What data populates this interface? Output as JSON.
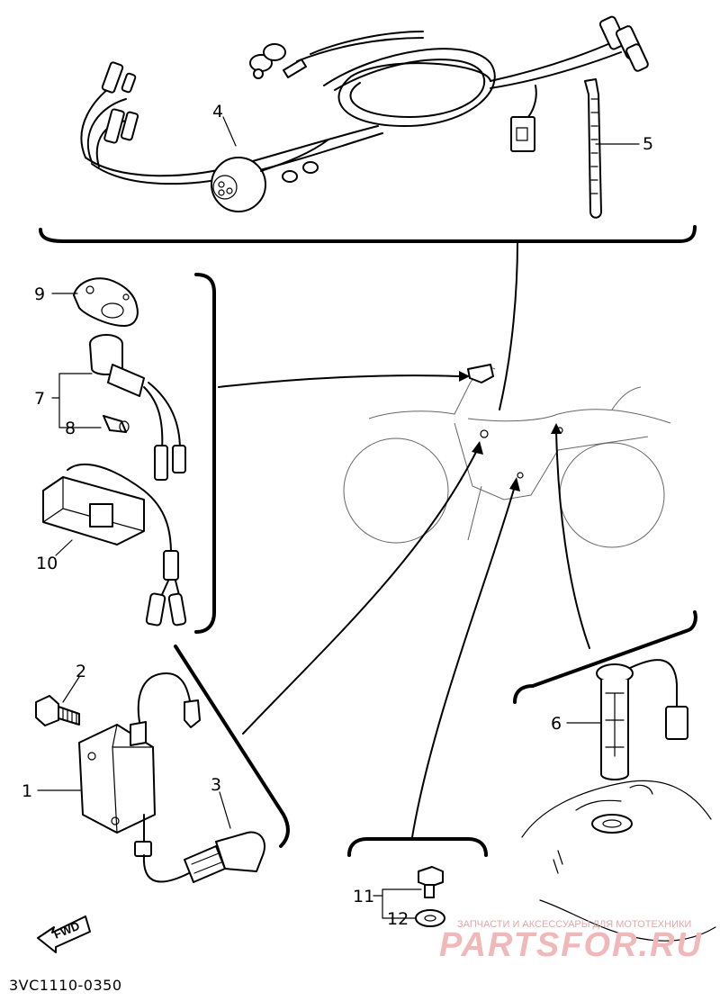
{
  "labels": {
    "p1": "1",
    "p2": "2",
    "p3": "3",
    "p4": "4",
    "p5": "5",
    "p6": "6",
    "p7": "7",
    "p8": "8",
    "p9": "9",
    "p10": "10",
    "p11": "11",
    "p12": "12"
  },
  "fwd_arrow": "FWD",
  "drawing_code": "3VC1110-0350",
  "watermark": {
    "caption": "ЗАПЧАСТИ И АКСЕССУАРЫ ДЛЯ МОТОТЕХНИКИ",
    "brand": "PARTSFOR.RU"
  },
  "colors": {
    "line": "#000000",
    "background": "#ffffff",
    "watermark": "#f0b8b8"
  }
}
